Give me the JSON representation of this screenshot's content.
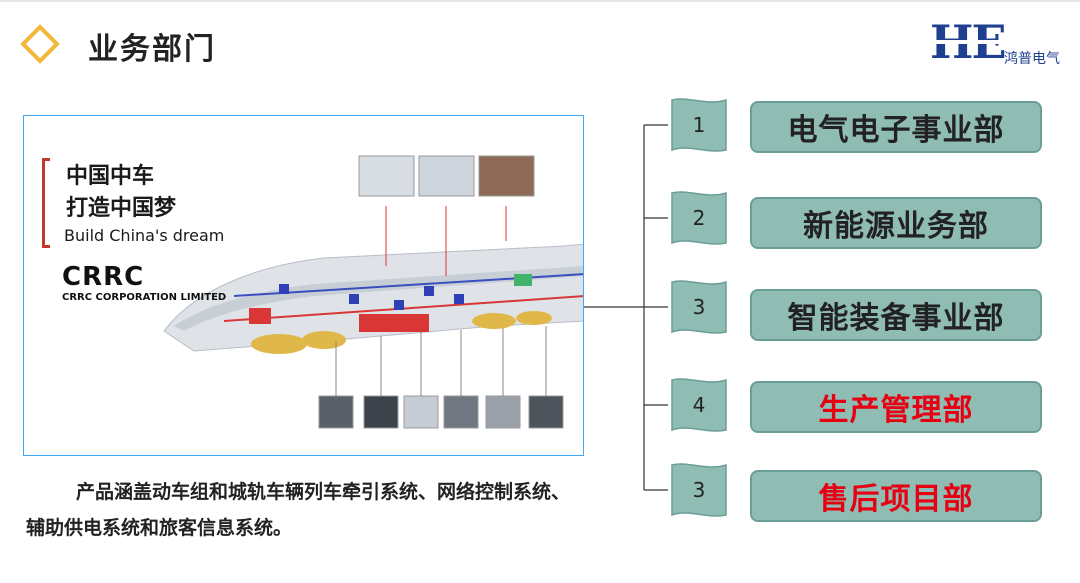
{
  "header": {
    "title": "业务部门"
  },
  "logo": {
    "mark": "HE",
    "text": "鸿普电气"
  },
  "picture": {
    "slogan_line1": "中国中车",
    "slogan_line2": "打造中国梦",
    "slogan_en": "Build China's dream",
    "brand": "CRRC",
    "brand_sub": "CRRC CORPORATION LIMITED"
  },
  "caption": "产品涵盖动车组和城轨车辆列车牵引系统、网络控制系统、辅助供电系统和旅客信息系统。",
  "departments": [
    {
      "number": "1",
      "name": "电气电子事业部",
      "highlight": false
    },
    {
      "number": "2",
      "name": "新能源业务部",
      "highlight": false
    },
    {
      "number": "3",
      "name": "智能装备事业部",
      "highlight": false
    },
    {
      "number": "4",
      "name": "生产管理部",
      "highlight": true
    },
    {
      "number": "3",
      "name": "售后项目部",
      "highlight": true
    }
  ],
  "colors": {
    "accent": "#f3b73a",
    "dept_fill": "#8fbcb3",
    "highlight_text": "#e60012",
    "logo": "#1f3f8f"
  }
}
